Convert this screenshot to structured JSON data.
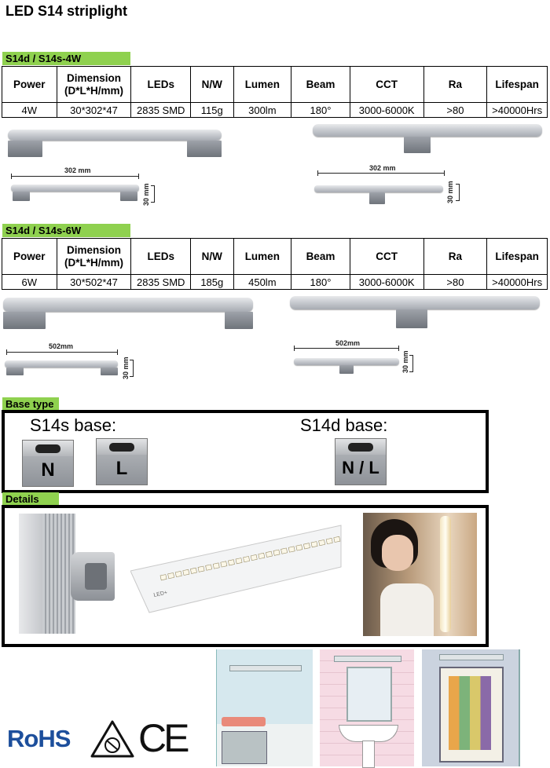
{
  "page_title": "LED S14 striplight",
  "columns": [
    "Power",
    "Dimension\n(D*L*H/mm)",
    "LEDs",
    "N/W",
    "Lumen",
    "Beam",
    "CCT",
    "Ra",
    "Lifespan"
  ],
  "models": [
    {
      "tag": "S14d / S14s-4W",
      "row": [
        "4W",
        "30*302*47",
        "2835 SMD",
        "115g",
        "300lm",
        "180°",
        "3000-6000K",
        ">80",
        ">40000Hrs"
      ],
      "dim_length_left": "302 mm",
      "dim_length_right": "302 mm",
      "dim_height_left": "30 mm",
      "dim_height_right": "30 mm"
    },
    {
      "tag": "S14d / S14s-6W",
      "row": [
        "6W",
        "30*502*47",
        "2835 SMD",
        "185g",
        "450lm",
        "180°",
        "3000-6000K",
        ">80",
        ">40000Hrs"
      ],
      "dim_length_left": "502mm",
      "dim_length_right": "502mm",
      "dim_height_left": "30 mm",
      "dim_height_right": "30 mm"
    }
  ],
  "base_type": {
    "tag": "Base type",
    "s14s_title": "S14s base:",
    "s14d_title": "S14d base:",
    "sockets": [
      "N",
      "L",
      "N / L"
    ]
  },
  "details": {
    "tag": "Details",
    "pcb_marking": "LED+"
  },
  "logos": {
    "rohs": "RoHS",
    "ce": "CE"
  },
  "colors": {
    "tag_green": "#8fd14f",
    "rohs_blue": "#1d4f9c"
  }
}
